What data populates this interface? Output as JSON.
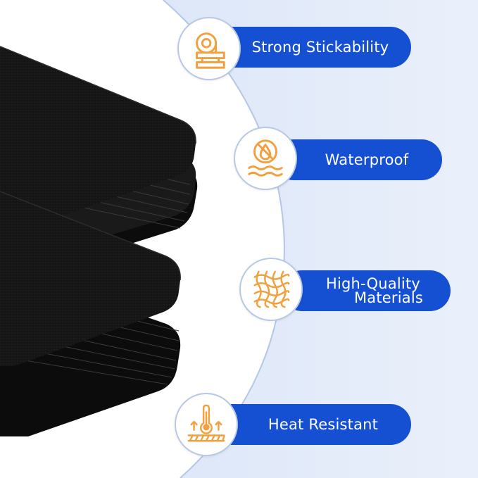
{
  "features": [
    {
      "label": "Strong Stickability",
      "icon": "tape-roll-icon"
    },
    {
      "label": "Waterproof",
      "icon": "waterproof-drop-icon"
    },
    {
      "label_line1": "High-Quality",
      "label_line2": "Materials",
      "icon": "woven-fabric-icon"
    },
    {
      "label": "Heat Resistant",
      "icon": "thermometer-heat-icon"
    }
  ],
  "colors": {
    "accent_blue": "#1650d2",
    "icon_orange": "#f2a03d",
    "panel_blue": "#e4ecfa",
    "strip_black": "#1a1a1a"
  }
}
